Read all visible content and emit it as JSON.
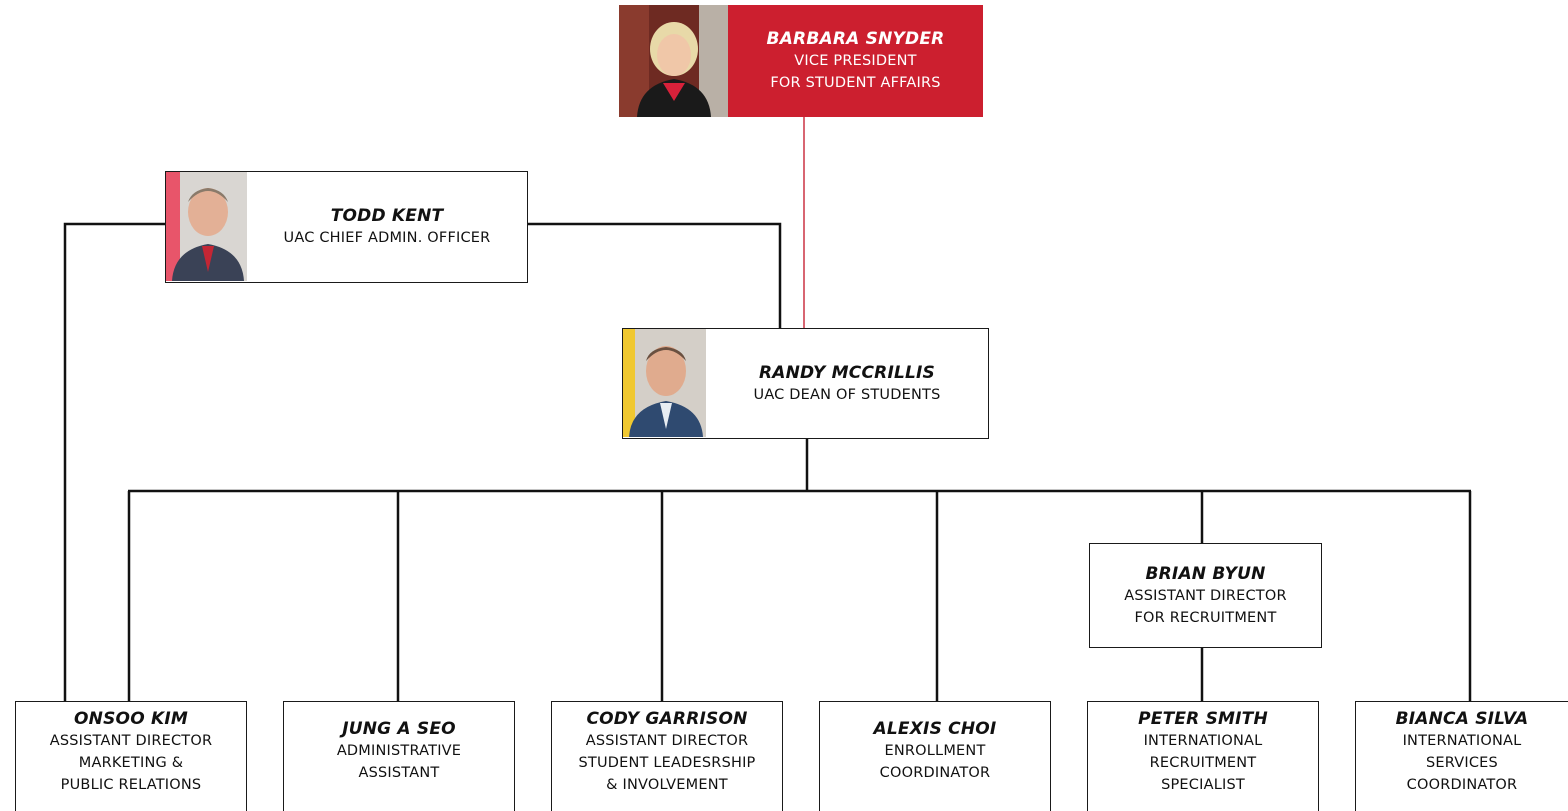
{
  "colors": {
    "accent_red": "#cc1f2f",
    "line_red": "#cc3344",
    "line_black": "#111111"
  },
  "vp": {
    "name": "BARBARA SNYDER",
    "title": "VICE PRESIDENT\nFOR STUDENT AFFAIRS"
  },
  "cao": {
    "name": "TODD KENT",
    "title": "UAC CHIEF ADMIN. OFFICER"
  },
  "dean": {
    "name": "RANDY MCCRILLIS",
    "title": "UAC DEAN OF STUDENTS"
  },
  "recruit_director": {
    "name": "BRIAN BYUN",
    "title": "ASSISTANT DIRECTOR\nFOR RECRUITMENT"
  },
  "staff": [
    {
      "name": "ONSOO KIM",
      "title": "ASSISTANT DIRECTOR\nMARKETING &\nPUBLIC RELATIONS"
    },
    {
      "name": "JUNG A SEO",
      "title": "ADMINISTRATIVE\nASSISTANT"
    },
    {
      "name": "CODY GARRISON",
      "title": "ASSISTANT DIRECTOR\nSTUDENT LEADESRSHIP\n& INVOLVEMENT"
    },
    {
      "name": "ALEXIS CHOI",
      "title": "ENROLLMENT\nCOORDINATOR"
    },
    {
      "name": "PETER SMITH",
      "title": "INTERNATIONAL\nRECRUITMENT\nSPECIALIST"
    },
    {
      "name": "BIANCA SILVA",
      "title": "INTERNATIONAL\nSERVICES\nCOORDINATOR"
    }
  ]
}
